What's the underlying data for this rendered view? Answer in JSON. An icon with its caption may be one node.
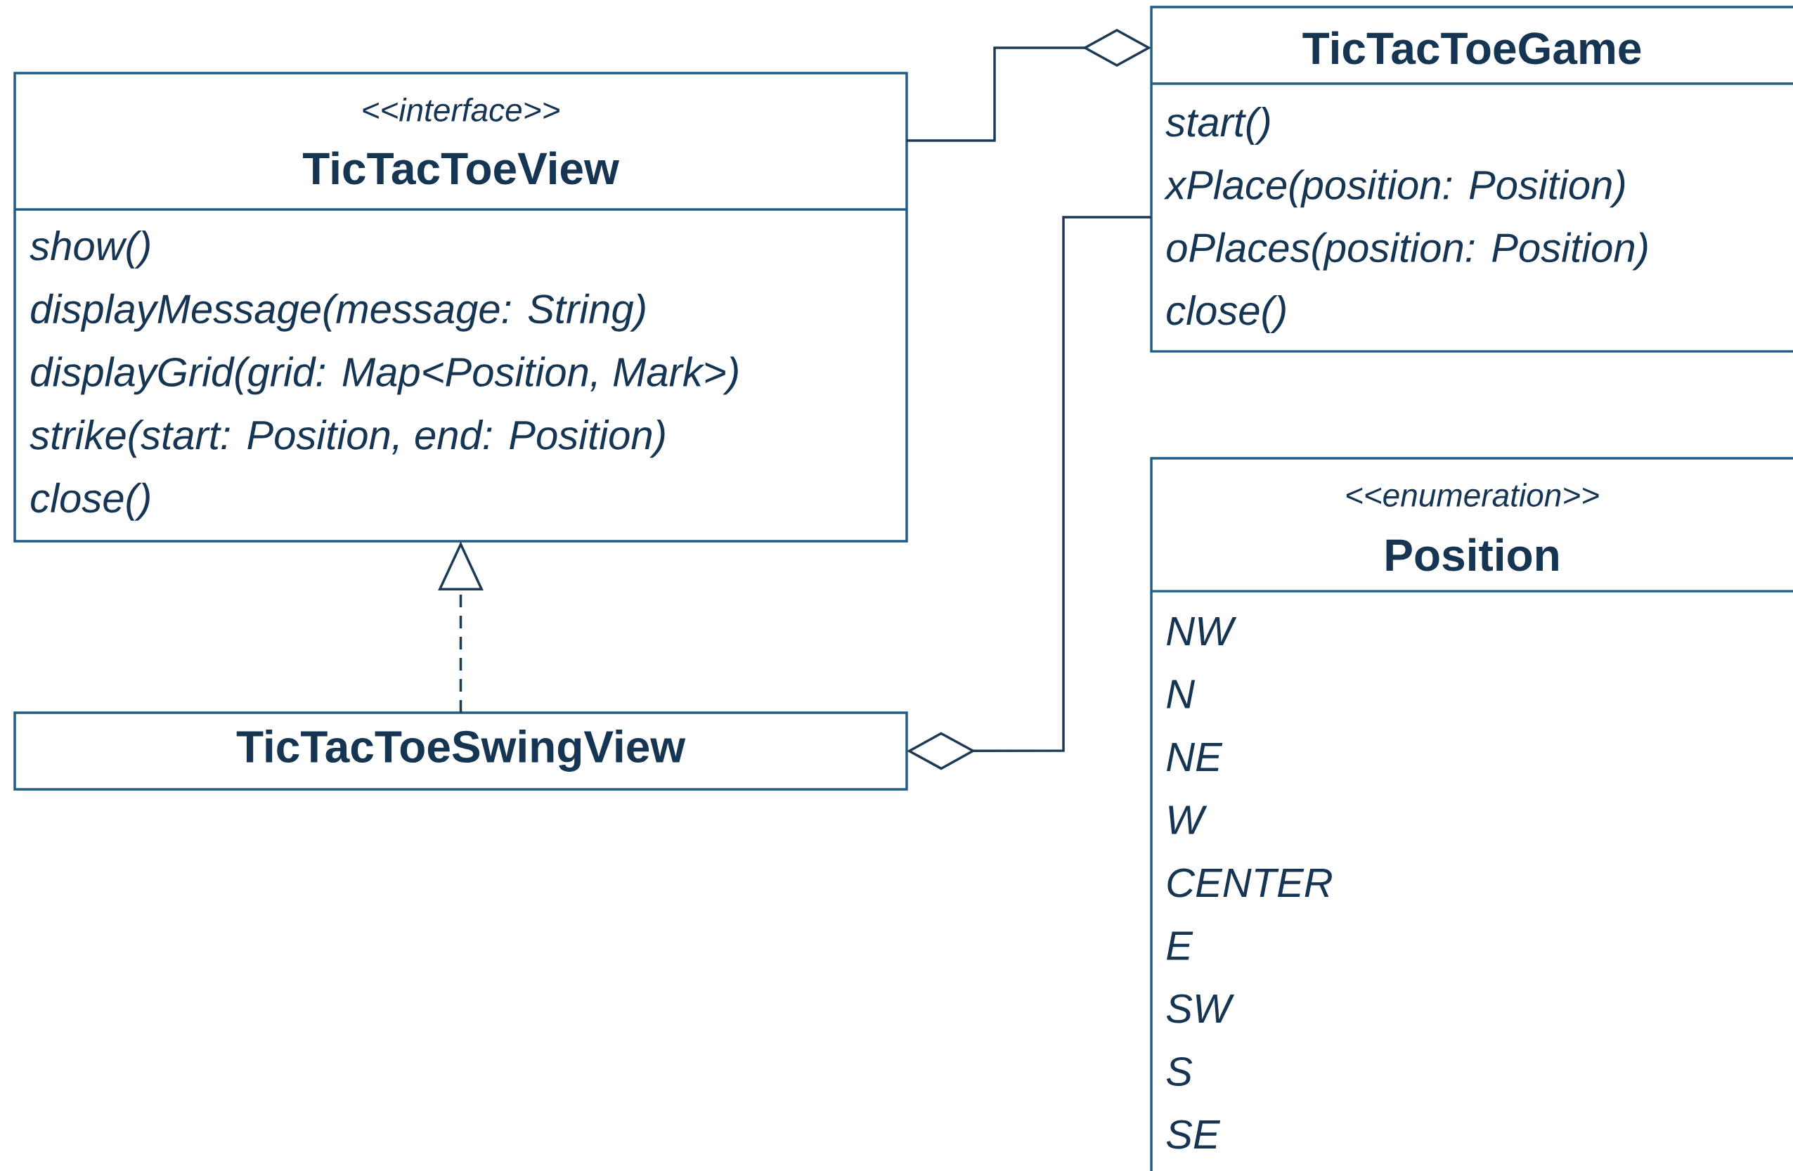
{
  "diagram": {
    "nodes": [
      {
        "text": [
          "<<interface>>",
          "TicTacToeView",
          "show()",
          "displayMessage(message: String)",
          "displayGrid(grid: Map<Position, Mark>)",
          "strike(start: Position, end: Position)",
          "close()"
        ]
      },
      {
        "text": [
          "TicTacToeGame",
          "start()",
          "xPlace(position: Position)",
          "oPlaces(position: Position)",
          "close()"
        ]
      },
      {
        "text": [
          "TicTacToeSwingView"
        ]
      },
      {
        "text": [
          "<<enumeration>>",
          "Position",
          "NW",
          "N",
          "NE",
          "W",
          "CENTER",
          "E",
          "SW",
          "S",
          "SE"
        ]
      }
    ],
    "edges": [
      {
        "from": 1,
        "to": 0,
        "arrow": "other"
      },
      {
        "from": 2,
        "to": 1,
        "arrow": "other"
      },
      {
        "from": 2,
        "to": 0,
        "arrow": "to",
        "style": "dashed"
      }
    ]
  }
}
